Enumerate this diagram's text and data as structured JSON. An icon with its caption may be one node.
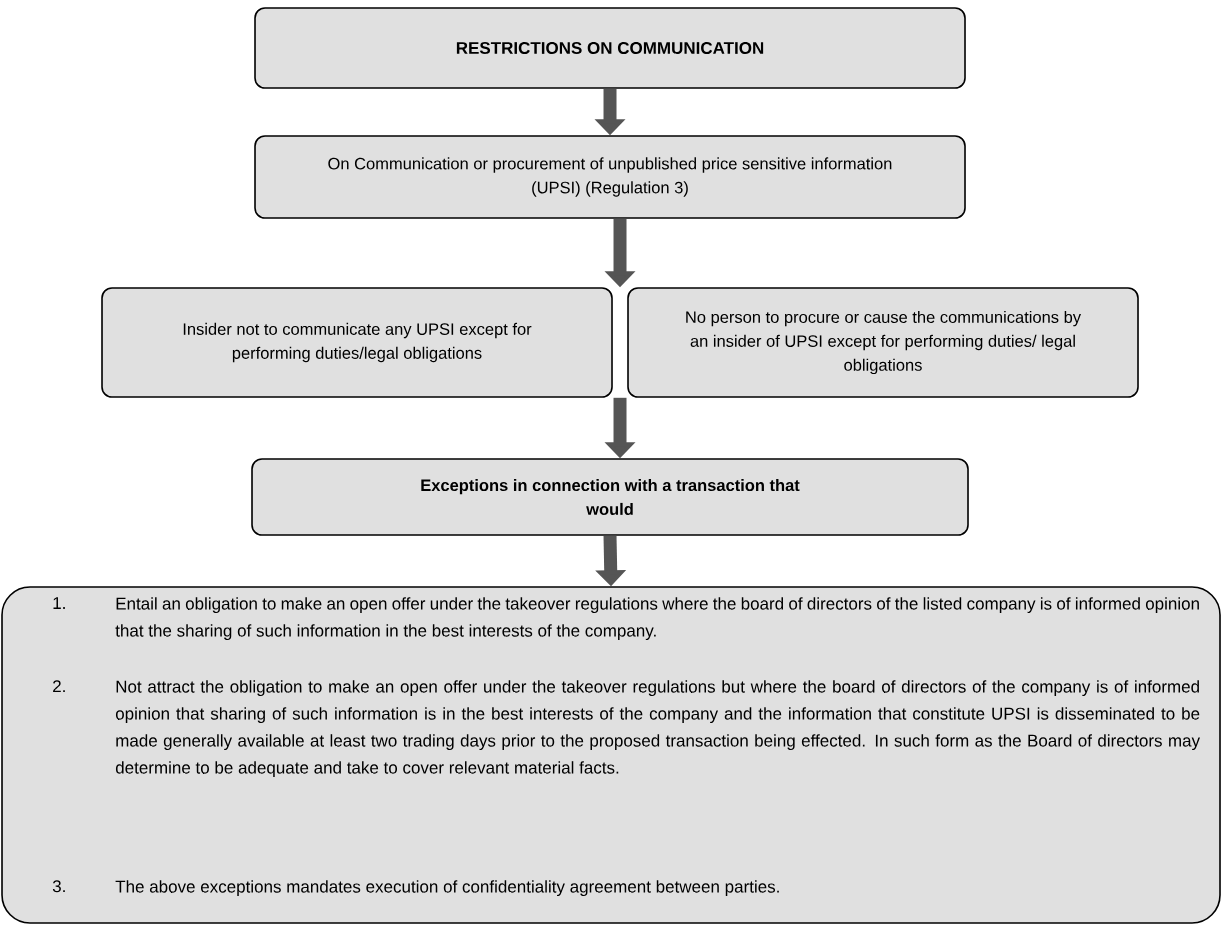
{
  "diagram": {
    "nodes": [
      {
        "text": [
          "RESTRICTIONS ON COMMUNICATION"
        ]
      },
      {
        "text": [
          "On Communication or procurement of unpublished price sensitive information (UPSI) (Regulation 3)"
        ]
      },
      {
        "text": [
          "Insider not to communicate any UPSI except for performing duties/legal obligations"
        ]
      },
      {
        "text": [
          "No person to procure or cause the communications by an insider of UPSI except for performing duties/ legal obligations"
        ]
      },
      {
        "text": [
          "Exceptions in connection with a transaction that would"
        ]
      },
      {
        "text": [
          "1.",
          "Entail an obligation to make an open offer under the takeover regulations where the board of directors of the listed company is of informed opinion that the sharing of such information in the best interests of the company.",
          "2.",
          "Not attract the obligation to make an open offer under the takeover regulations but where the board of directors of the company is of informed opinion that sharing of such information is in the best interests of the company and the information that constitute UPSI is disseminated to be made generally available at least two trading days prior to the proposed transaction being effected. In such form as the Board of directors may determine to be adequate and take to cover relevant material facts.",
          "3.",
          "The above exceptions mandates execution of confidentiality agreement between parties."
        ]
      }
    ],
    "edges": [
      {
        "from": 0,
        "to": 1,
        "arrow": "to"
      },
      {
        "from": 1,
        "to": 2,
        "arrow": "to"
      },
      {
        "from": 1,
        "to": 3,
        "arrow": "to"
      },
      {
        "from": 2,
        "to": 4,
        "arrow": "to"
      },
      {
        "from": 3,
        "to": 4,
        "arrow": "to"
      },
      {
        "from": 4,
        "to": 5,
        "arrow": "to"
      }
    ]
  }
}
